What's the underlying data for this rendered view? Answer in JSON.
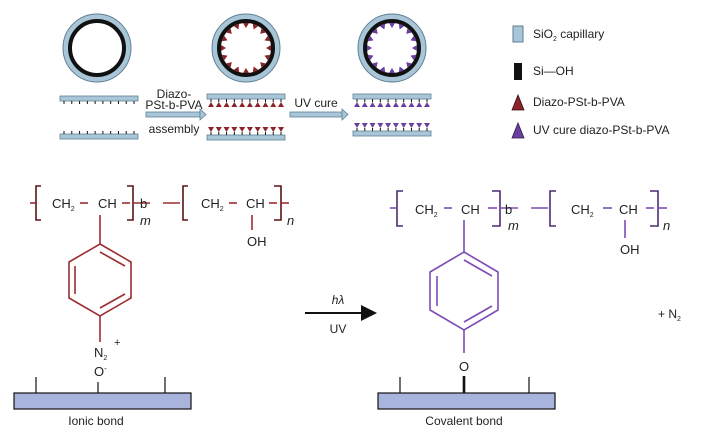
{
  "colors": {
    "capillary_fill": "#a9c6d9",
    "capillary_stroke": "#5f7f93",
    "silanol": "#111111",
    "diazo": "#8b2328",
    "uv_cured": "#6a3fa0",
    "substrate_fill": "#a8b4dc",
    "chem_red": "#9b2d33",
    "chem_purple": "#7d4bb5"
  },
  "top": {
    "step1_label_line1": "Diazo-",
    "step1_label_line2": "PSt-b-PVA",
    "step1_label_line3": "assembly",
    "step2_label": "UV cure"
  },
  "legend": [
    {
      "icon": "capillary-swatch",
      "label": "SiO",
      "sub": "2",
      "suffix": " capillary"
    },
    {
      "icon": "silanol-swatch",
      "label": "Si—OH"
    },
    {
      "icon": "red-triangle",
      "label": "Diazo-PSt-b-PVA"
    },
    {
      "icon": "purple-triangle",
      "label": "UV cure diazo-PSt-b-PVA"
    }
  ],
  "left_structure": {
    "ch2": "CH",
    "ch2_sub": "2",
    "ch": "CH",
    "b": "b",
    "ch2b": "CH",
    "ch2b_sub": "2",
    "ch_b": "CH",
    "oh": "OH",
    "m": "m",
    "n": "n",
    "n2": "N",
    "n2_sub": "2",
    "plus": "+",
    "o": "O",
    "o_sup": "-",
    "caption": "Ionic bond"
  },
  "reaction": {
    "above": "hλ",
    "below": "UV"
  },
  "right_structure": {
    "ch2": "CH",
    "ch2_sub": "2",
    "ch": "CH",
    "b": "b",
    "ch2b": "CH",
    "ch2b_sub": "2",
    "ch_b": "CH",
    "oh": "OH",
    "m": "m",
    "n": "n",
    "o": "O",
    "caption": "Covalent bond",
    "byproduct": "+ N",
    "byproduct_sub": "2"
  }
}
